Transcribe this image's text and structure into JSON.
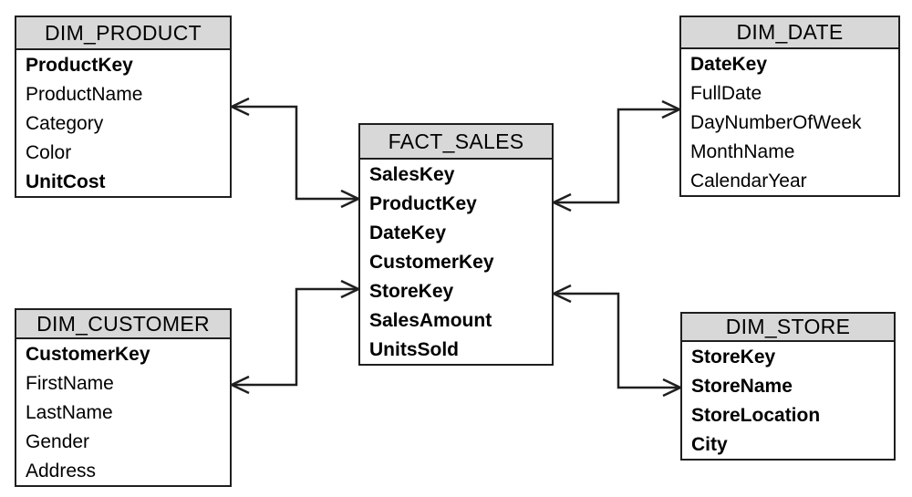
{
  "diagram": {
    "type": "star-schema-er-diagram",
    "colors": {
      "header_fill": "#d8d8d8",
      "border": "#1f1f1f",
      "background": "#ffffff",
      "text": "#000000"
    },
    "tables": [
      {
        "id": "dim-product",
        "title": "DIM_PRODUCT",
        "fields": [
          {
            "name": "ProductKey",
            "bold": true
          },
          {
            "name": "ProductName",
            "bold": false
          },
          {
            "name": "Category",
            "bold": false
          },
          {
            "name": "Color",
            "bold": false
          },
          {
            "name": "UnitCost",
            "bold": true
          }
        ]
      },
      {
        "id": "dim-date",
        "title": "DIM_DATE",
        "fields": [
          {
            "name": "DateKey",
            "bold": true
          },
          {
            "name": "FullDate",
            "bold": false
          },
          {
            "name": "DayNumberOfWeek",
            "bold": false
          },
          {
            "name": "MonthName",
            "bold": false
          },
          {
            "name": "CalendarYear",
            "bold": false
          }
        ]
      },
      {
        "id": "fact-sales",
        "title": "FACT_SALES",
        "fields": [
          {
            "name": "SalesKey",
            "bold": true
          },
          {
            "name": "ProductKey",
            "bold": true
          },
          {
            "name": "DateKey",
            "bold": true
          },
          {
            "name": "CustomerKey",
            "bold": true
          },
          {
            "name": "StoreKey",
            "bold": true
          },
          {
            "name": "SalesAmount",
            "bold": true
          },
          {
            "name": "UnitsSold",
            "bold": true
          }
        ]
      },
      {
        "id": "dim-customer",
        "title": "DIM_CUSTOMER",
        "fields": [
          {
            "name": "CustomerKey",
            "bold": true
          },
          {
            "name": "FirstName",
            "bold": false
          },
          {
            "name": "LastName",
            "bold": false
          },
          {
            "name": "Gender",
            "bold": false
          },
          {
            "name": "Address",
            "bold": false
          }
        ]
      },
      {
        "id": "dim-store",
        "title": "DIM_STORE",
        "fields": [
          {
            "name": "StoreKey",
            "bold": true
          },
          {
            "name": "StoreName",
            "bold": true
          },
          {
            "name": "StoreLocation",
            "bold": true
          },
          {
            "name": "City",
            "bold": true
          }
        ]
      }
    ],
    "relationships": [
      {
        "from": "DIM_PRODUCT",
        "to": "FACT_SALES",
        "via": "ProductKey"
      },
      {
        "from": "DIM_CUSTOMER",
        "to": "FACT_SALES",
        "via": "CustomerKey"
      },
      {
        "from": "DIM_DATE",
        "to": "FACT_SALES",
        "via": "DateKey"
      },
      {
        "from": "DIM_STORE",
        "to": "FACT_SALES",
        "via": "StoreKey"
      }
    ]
  }
}
